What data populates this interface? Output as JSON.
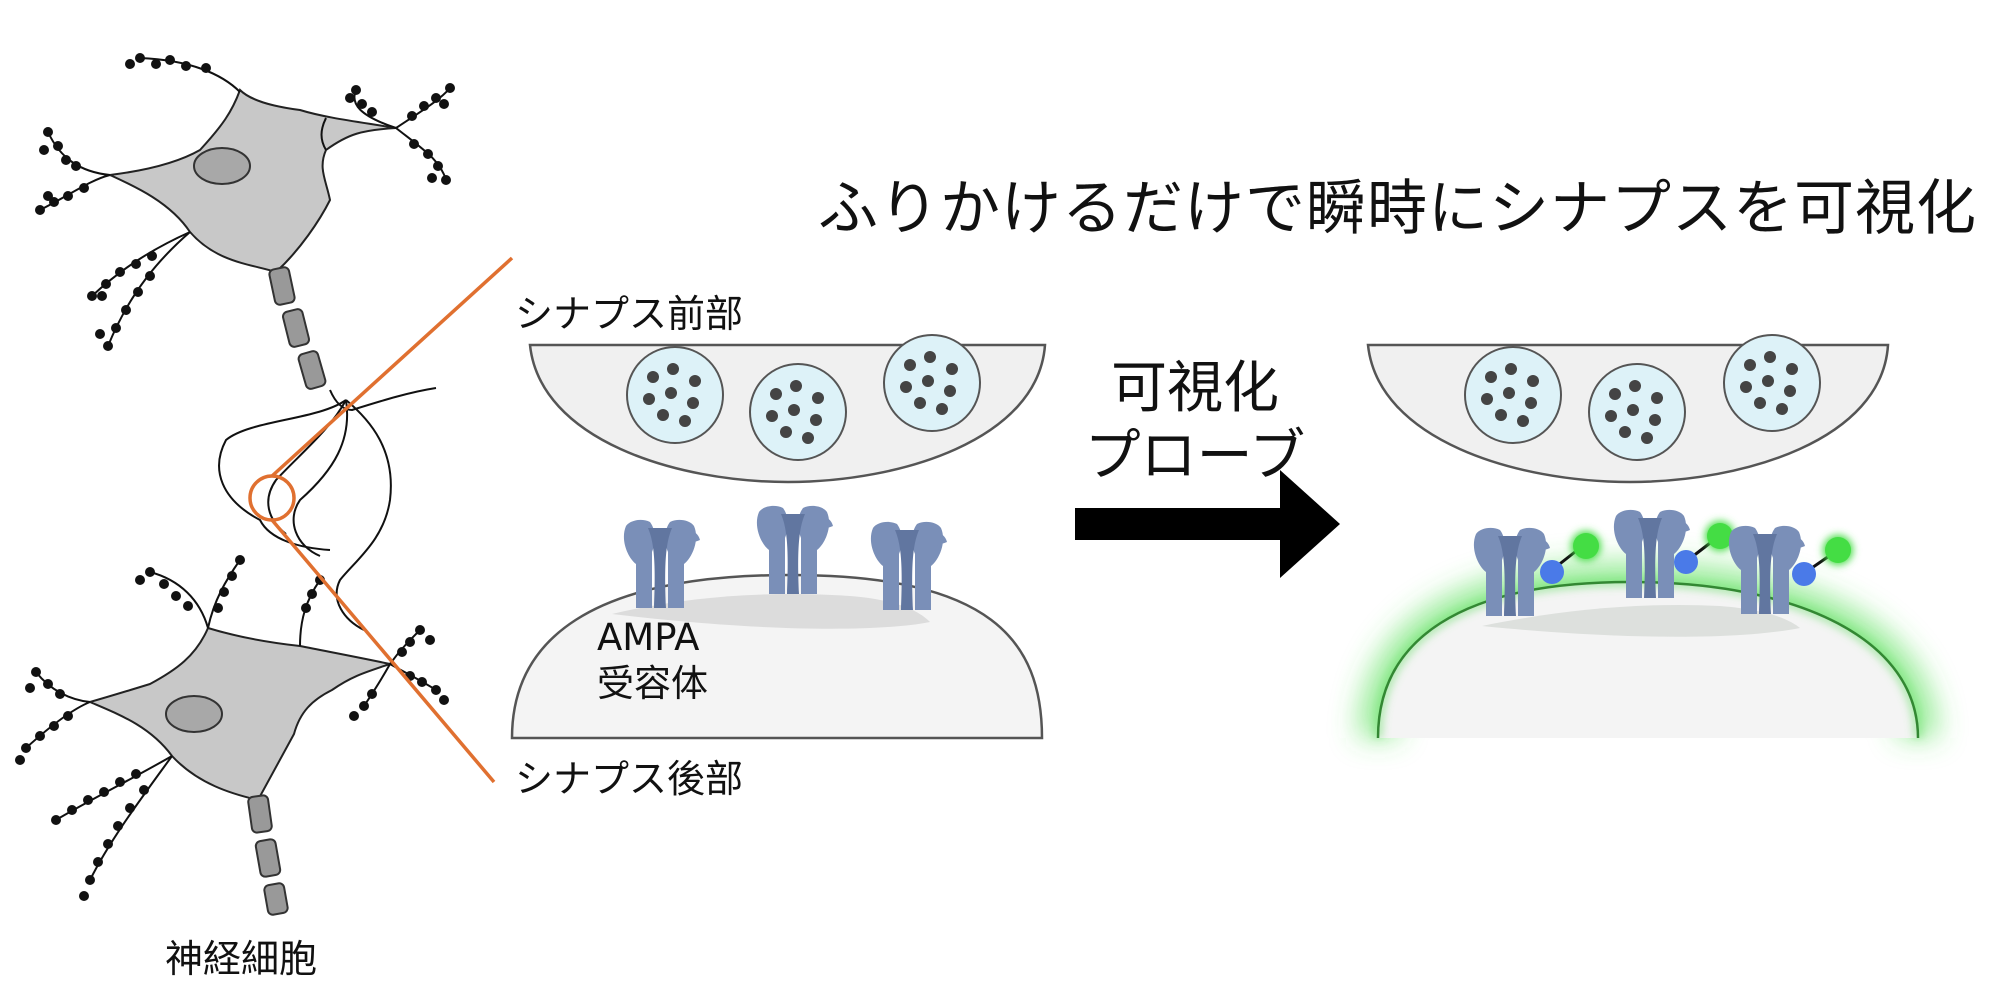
{
  "title": "ふりかけるだけで瞬時にシナプスを可視化",
  "labels": {
    "presynapse": "シナプス前部",
    "postsynapse": "シナプス後部",
    "ampa_line1": "AMPA",
    "ampa_line2": "受容体",
    "neuron": "神経細胞",
    "probe_line1": "可視化",
    "probe_line2": "プローブ"
  },
  "colors": {
    "outline": "#555555",
    "neuron_fill": "#c8c8c8",
    "terminal_fill": "#f0f0f0",
    "vesicle_fill": "#ddf2f8",
    "receptor": "#7a8fb8",
    "zoom_line": "#e07030",
    "fluor_green": "#44dd44",
    "probe_blue": "#4a7ae8",
    "arrow": "#000000"
  }
}
